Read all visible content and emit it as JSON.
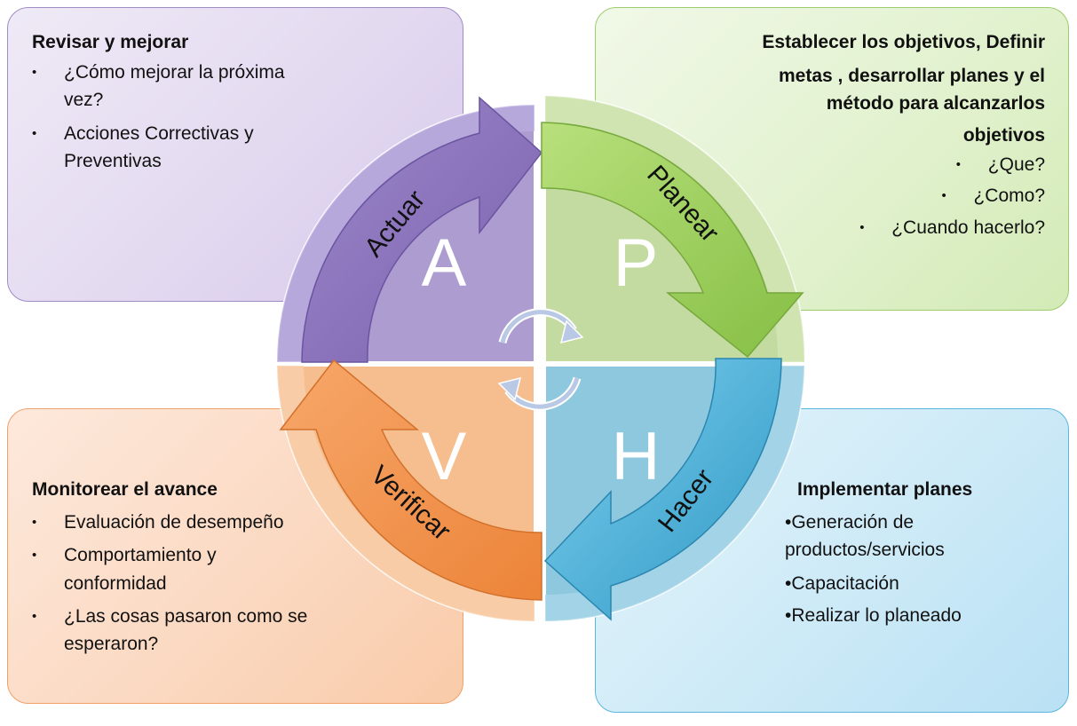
{
  "quadrants": {
    "actuar": {
      "letter": "A",
      "arrow_label": "Actuar",
      "title": "Revisar y mejorar",
      "bullets": [
        "¿Cómo mejorar la próxima",
        "vez?",
        "Acciones Correctivas y",
        "Preventivas"
      ]
    },
    "planear": {
      "letter": "P",
      "arrow_label": "Planear",
      "title_lines": [
        "Establecer los objetivos, Definir",
        "metas , desarrollar planes y el",
        "método para alcanzarlos",
        "objetivos"
      ],
      "bullets": [
        "¿Que?",
        "¿Como?",
        "¿Cuando hacerlo?"
      ]
    },
    "hacer": {
      "letter": "H",
      "arrow_label": "Hacer",
      "title": "Implementar planes",
      "bullets": [
        "•Generación  de",
        "productos/servicios",
        "•Capacitación",
        "•Realizar lo planeado"
      ]
    },
    "verificar": {
      "letter": "V",
      "arrow_label": "Verificar",
      "title": "Monitorear el avance",
      "bullets": [
        "Evaluación de desempeño",
        "Comportamiento y",
        "conformidad",
        "¿Las cosas pasaron como se",
        "esperaron?"
      ]
    }
  },
  "bullet_glyph": "•",
  "colors": {
    "purple": "#8a73b8",
    "green": "#9acd5a",
    "blue": "#3fa8d2",
    "orange": "#f0904a"
  }
}
